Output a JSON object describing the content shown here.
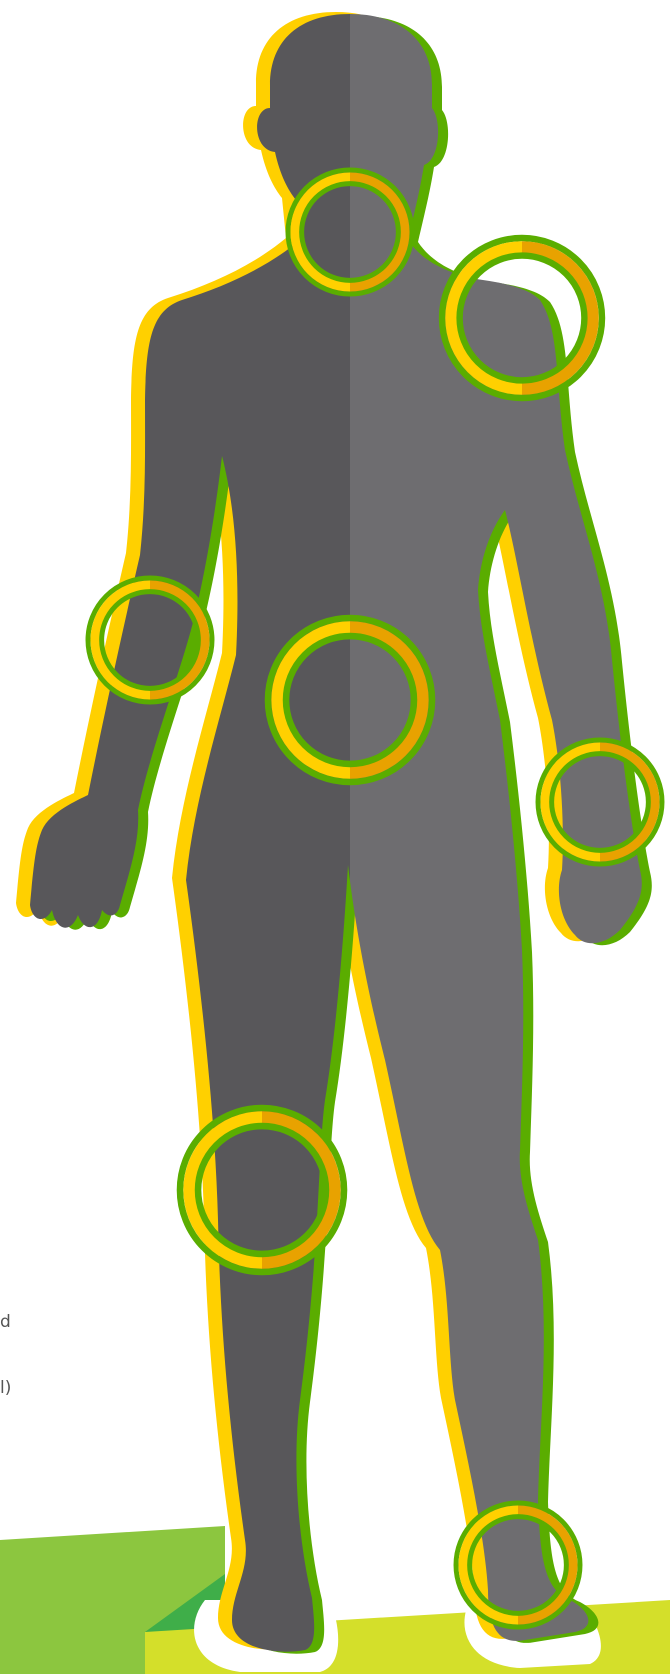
{
  "illustration": {
    "edge_text": [
      "d",
      "l)"
    ],
    "colors": {
      "body_left": "#58575a",
      "body_right": "#6e6d70",
      "outline_yellow": "#ffd000",
      "outline_green": "#5aad00",
      "ring_yellow": "#ffd000",
      "ring_orange": "#e8a200",
      "ring_green": "#5aad00",
      "floor_left": "#8cc63f",
      "floor_accent": "#3fae49",
      "floor_right": "#d4df2a",
      "background": "#ffffff"
    },
    "joint_markers": [
      {
        "id": "neck"
      },
      {
        "id": "shoulder"
      },
      {
        "id": "elbow"
      },
      {
        "id": "hip"
      },
      {
        "id": "wrist"
      },
      {
        "id": "knee"
      },
      {
        "id": "ankle"
      }
    ]
  }
}
